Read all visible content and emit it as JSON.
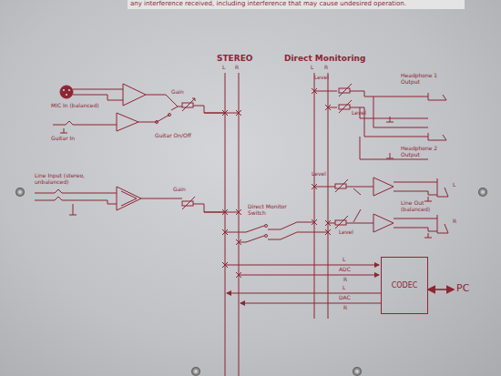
{
  "diagram": {
    "nodes": [
      {
        "text": [
          "CODEC"
        ]
      }
    ],
    "edges": [],
    "labels": [
      "any interference received, including interference that may cause undesired operation.",
      "STEREO",
      "L",
      "R",
      "Direct Monitoring",
      "L",
      "R",
      "MIC In (balanced)",
      "Guitar In",
      "Guitar On/Off",
      "Gain",
      "Level",
      "Level",
      "Headphone 1 Output",
      "Headphone 2 Output",
      "Line Input (stereo, unbalanced)",
      "Gain",
      "Direct Monitor Switch",
      "Level",
      "Level",
      "Line Out (balanced)",
      "L",
      "R",
      "L",
      "ADC",
      "R",
      "L",
      "DAC",
      "R",
      "PC"
    ]
  }
}
